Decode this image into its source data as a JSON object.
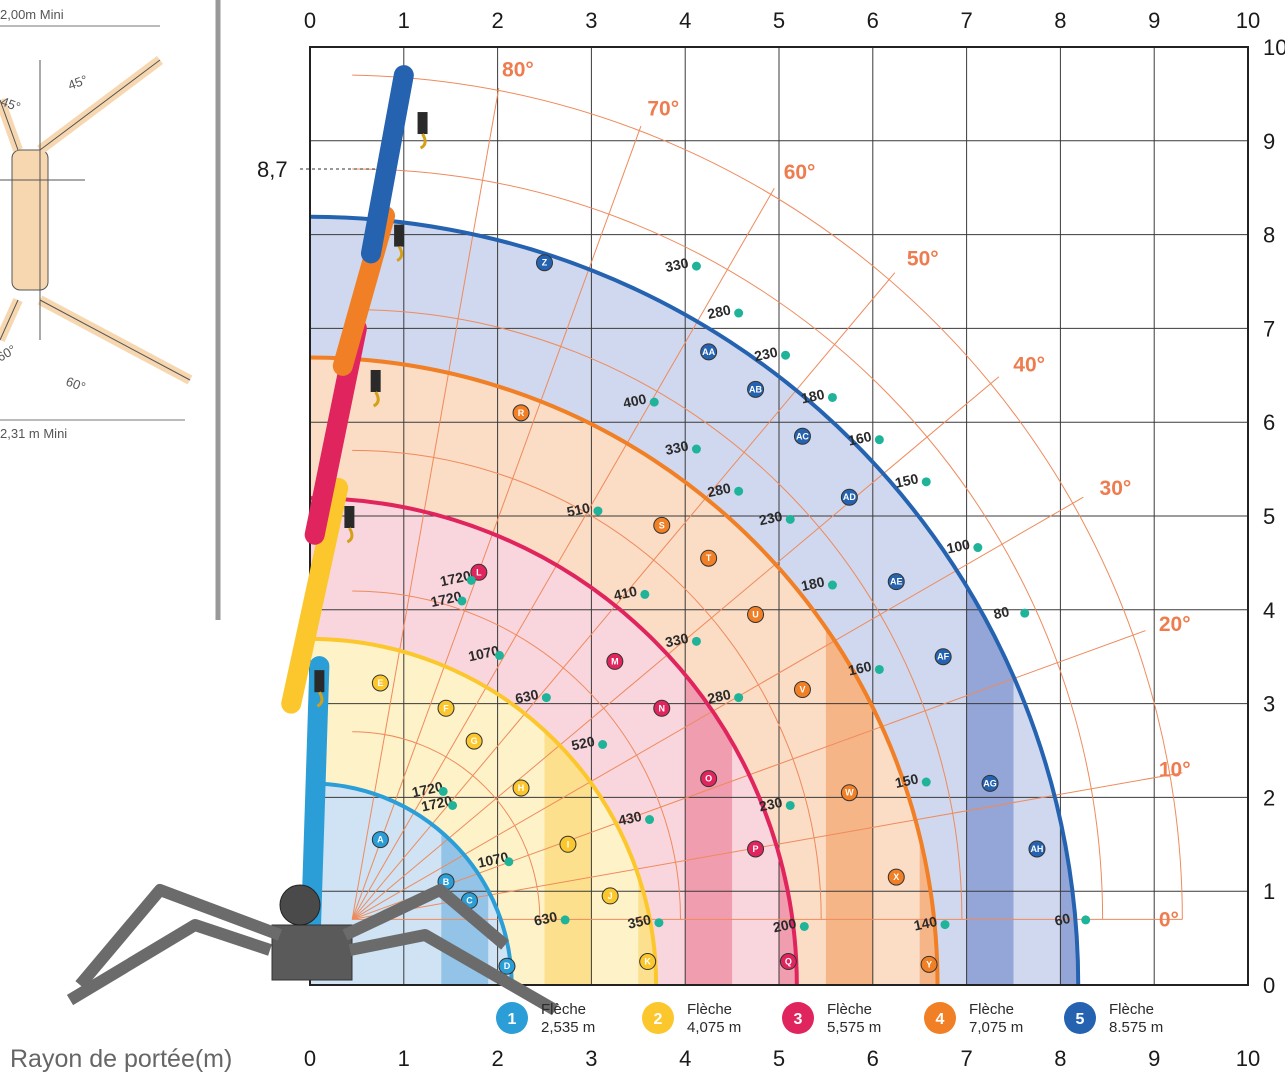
{
  "chart_data": {
    "type": "area",
    "title": "",
    "xlabel": "Rayon de portée(m)",
    "ylabel": "",
    "xlim": [
      0,
      10
    ],
    "ylim": [
      0,
      10
    ],
    "x_ticks": [
      "0",
      "1",
      "2",
      "3",
      "4",
      "5",
      "6",
      "7",
      "8",
      "9",
      "10"
    ],
    "y_ticks": [
      "0",
      "1",
      "2",
      "3",
      "4",
      "5",
      "6",
      "7",
      "8",
      "9",
      "10"
    ],
    "grid": true,
    "max_height_label": "8,7",
    "max_height_value": 8.7,
    "angle_labels": [
      "0°",
      "10°",
      "20°",
      "30°",
      "40°",
      "50°",
      "60°",
      "70°",
      "80°"
    ],
    "booms": [
      {
        "id": "1",
        "label": "Flèche",
        "length": "2,535 m",
        "reach": 2.15,
        "color": "#2b9ed8",
        "fill": "#cfe3f4",
        "dark": "#7fb8e2"
      },
      {
        "id": "2",
        "label": "Flèche",
        "length": "4,075 m",
        "reach": 3.69,
        "color": "#fcc72d",
        "fill": "#fef2c8",
        "dark": "#fbd97a"
      },
      {
        "id": "3",
        "label": "Flèche",
        "length": "5,575 m",
        "reach": 5.19,
        "color": "#e0245e",
        "fill": "#f9d6de",
        "dark": "#ee8aa0"
      },
      {
        "id": "4",
        "label": "Flèche",
        "length": "7,075 m",
        "reach": 6.69,
        "color": "#f07f25",
        "fill": "#fbdcc4",
        "dark": "#f4a873"
      },
      {
        "id": "5",
        "label": "Flèche",
        "length": "8.575 m",
        "reach": 8.19,
        "color": "#2563b1",
        "fill": "#cfd8ee",
        "dark": "#7f95cf"
      }
    ],
    "capacity_labels": [
      {
        "value": "1720",
        "x": 1.4,
        "y": 4.25
      },
      {
        "value": "1720",
        "x": 1.3,
        "y": 4.03
      },
      {
        "value": "1070",
        "x": 1.7,
        "y": 3.45
      },
      {
        "value": "630",
        "x": 2.2,
        "y": 3.0
      },
      {
        "value": "520",
        "x": 2.8,
        "y": 2.5
      },
      {
        "value": "430",
        "x": 3.3,
        "y": 1.7
      },
      {
        "value": "350",
        "x": 3.4,
        "y": 0.6
      },
      {
        "value": "1720",
        "x": 1.1,
        "y": 2.0
      },
      {
        "value": "1720",
        "x": 1.2,
        "y": 1.85
      },
      {
        "value": "1070",
        "x": 1.8,
        "y": 1.25
      },
      {
        "value": "630",
        "x": 2.4,
        "y": 0.63
      },
      {
        "value": "510",
        "x": 2.75,
        "y": 4.99
      },
      {
        "value": "410",
        "x": 3.25,
        "y": 4.1
      },
      {
        "value": "330",
        "x": 3.8,
        "y": 3.6
      },
      {
        "value": "280",
        "x": 4.25,
        "y": 3.0
      },
      {
        "value": "230",
        "x": 4.8,
        "y": 1.85
      },
      {
        "value": "200",
        "x": 4.95,
        "y": 0.56
      },
      {
        "value": "400",
        "x": 3.35,
        "y": 6.15
      },
      {
        "value": "330",
        "x": 3.8,
        "y": 5.65
      },
      {
        "value": "280",
        "x": 4.25,
        "y": 5.2
      },
      {
        "value": "230",
        "x": 4.8,
        "y": 4.9
      },
      {
        "value": "180",
        "x": 5.25,
        "y": 4.2
      },
      {
        "value": "160",
        "x": 5.75,
        "y": 3.3
      },
      {
        "value": "150",
        "x": 6.25,
        "y": 2.1
      },
      {
        "value": "140",
        "x": 6.45,
        "y": 0.58
      },
      {
        "value": "330",
        "x": 3.8,
        "y": 7.6
      },
      {
        "value": "280",
        "x": 4.25,
        "y": 7.1
      },
      {
        "value": "230",
        "x": 4.75,
        "y": 6.65
      },
      {
        "value": "180",
        "x": 5.25,
        "y": 6.2
      },
      {
        "value": "160",
        "x": 5.75,
        "y": 5.75
      },
      {
        "value": "150",
        "x": 6.25,
        "y": 5.3
      },
      {
        "value": "100",
        "x": 6.8,
        "y": 4.6
      },
      {
        "value": "80",
        "x": 7.3,
        "y": 3.9
      },
      {
        "value": "60",
        "x": 7.95,
        "y": 0.63
      }
    ],
    "zone_markers": [
      {
        "id": "A",
        "x": 0.75,
        "y": 1.55,
        "boom": "1"
      },
      {
        "id": "B",
        "x": 1.45,
        "y": 1.1,
        "boom": "1"
      },
      {
        "id": "C",
        "x": 1.7,
        "y": 0.9,
        "boom": "1"
      },
      {
        "id": "D",
        "x": 2.1,
        "y": 0.2,
        "boom": "1"
      },
      {
        "id": "E",
        "x": 0.75,
        "y": 3.22,
        "boom": "2"
      },
      {
        "id": "F",
        "x": 1.45,
        "y": 2.95,
        "boom": "2"
      },
      {
        "id": "G",
        "x": 1.75,
        "y": 2.6,
        "boom": "2"
      },
      {
        "id": "H",
        "x": 2.25,
        "y": 2.1,
        "boom": "2"
      },
      {
        "id": "I",
        "x": 2.75,
        "y": 1.5,
        "boom": "2"
      },
      {
        "id": "J",
        "x": 3.2,
        "y": 0.95,
        "boom": "2"
      },
      {
        "id": "K",
        "x": 3.6,
        "y": 0.25,
        "boom": "2"
      },
      {
        "id": "L",
        "x": 1.8,
        "y": 4.4,
        "boom": "3"
      },
      {
        "id": "M",
        "x": 3.25,
        "y": 3.45,
        "boom": "3"
      },
      {
        "id": "N",
        "x": 3.75,
        "y": 2.95,
        "boom": "3"
      },
      {
        "id": "O",
        "x": 4.25,
        "y": 2.2,
        "boom": "3"
      },
      {
        "id": "P",
        "x": 4.75,
        "y": 1.45,
        "boom": "3"
      },
      {
        "id": "Q",
        "x": 5.1,
        "y": 0.25,
        "boom": "3"
      },
      {
        "id": "R",
        "x": 2.25,
        "y": 6.1,
        "boom": "4"
      },
      {
        "id": "S",
        "x": 3.75,
        "y": 4.9,
        "boom": "4"
      },
      {
        "id": "T",
        "x": 4.25,
        "y": 4.55,
        "boom": "4"
      },
      {
        "id": "U",
        "x": 4.75,
        "y": 3.95,
        "boom": "4"
      },
      {
        "id": "V",
        "x": 5.25,
        "y": 3.15,
        "boom": "4"
      },
      {
        "id": "W",
        "x": 5.75,
        "y": 2.05,
        "boom": "4"
      },
      {
        "id": "X",
        "x": 6.25,
        "y": 1.15,
        "boom": "4"
      },
      {
        "id": "Y",
        "x": 6.6,
        "y": 0.22,
        "boom": "4"
      },
      {
        "id": "Z",
        "x": 2.5,
        "y": 7.7,
        "boom": "5"
      },
      {
        "id": "AA",
        "x": 4.25,
        "y": 6.75,
        "boom": "5"
      },
      {
        "id": "AB",
        "x": 4.75,
        "y": 6.35,
        "boom": "5"
      },
      {
        "id": "AC",
        "x": 5.25,
        "y": 5.85,
        "boom": "5"
      },
      {
        "id": "AD",
        "x": 5.75,
        "y": 5.2,
        "boom": "5"
      },
      {
        "id": "AE",
        "x": 6.25,
        "y": 4.3,
        "boom": "5"
      },
      {
        "id": "AF",
        "x": 6.75,
        "y": 3.5,
        "boom": "5"
      },
      {
        "id": "AG",
        "x": 7.25,
        "y": 2.15,
        "boom": "5"
      },
      {
        "id": "AH",
        "x": 7.75,
        "y": 1.45,
        "boom": "5"
      }
    ]
  },
  "inset": {
    "top_label": "2,00m Mini",
    "bottom_label": "2,31 m Mini",
    "angles": [
      "45°",
      "45°",
      "60°",
      "60°"
    ]
  },
  "footer": {
    "label": "Rayon de portée(m)"
  }
}
